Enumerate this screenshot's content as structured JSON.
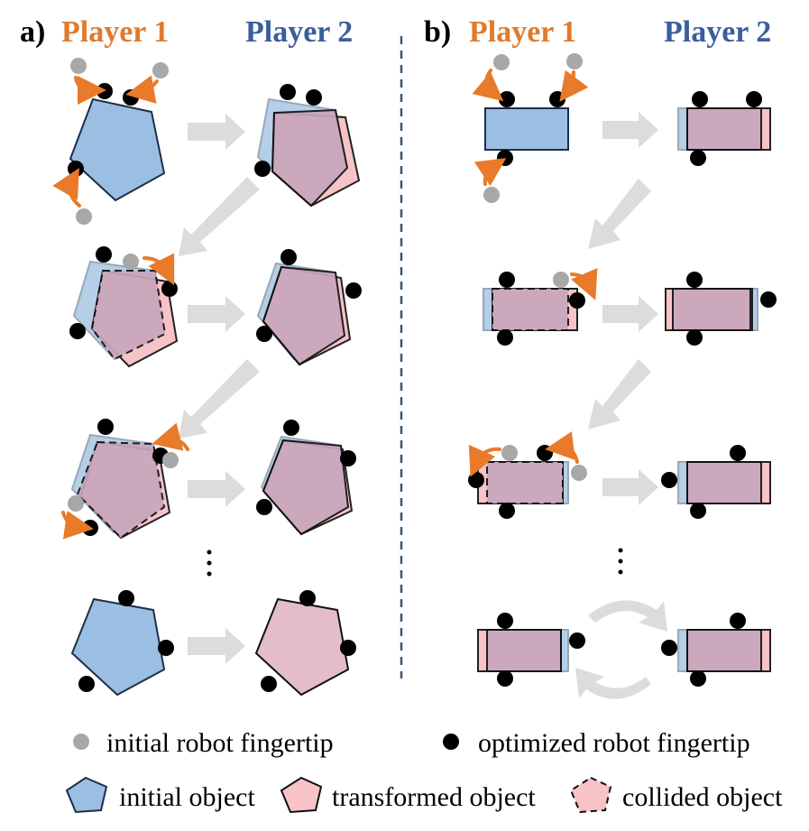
{
  "panels": {
    "a": {
      "label": "a)",
      "player1": "Player 1",
      "player2": "Player 2"
    },
    "b": {
      "label": "b)",
      "player1": "Player 1",
      "player2": "Player 2"
    }
  },
  "legend": {
    "initial_fingertip": "initial robot fingertip",
    "optimized_fingertip": "optimized robot fingertip",
    "initial_object": "initial object",
    "transformed_object": "transformed object",
    "collided_object": "collided object"
  },
  "colors": {
    "player1": "#e07a2c",
    "player2": "#3b5e9c",
    "initial_object": "#9bbfe3",
    "transformed_object": "#f7c3c6",
    "overlap": "#c8a6bc",
    "initial_fingertip": "#a8a8a8",
    "optimized_fingertip": "#000000"
  }
}
